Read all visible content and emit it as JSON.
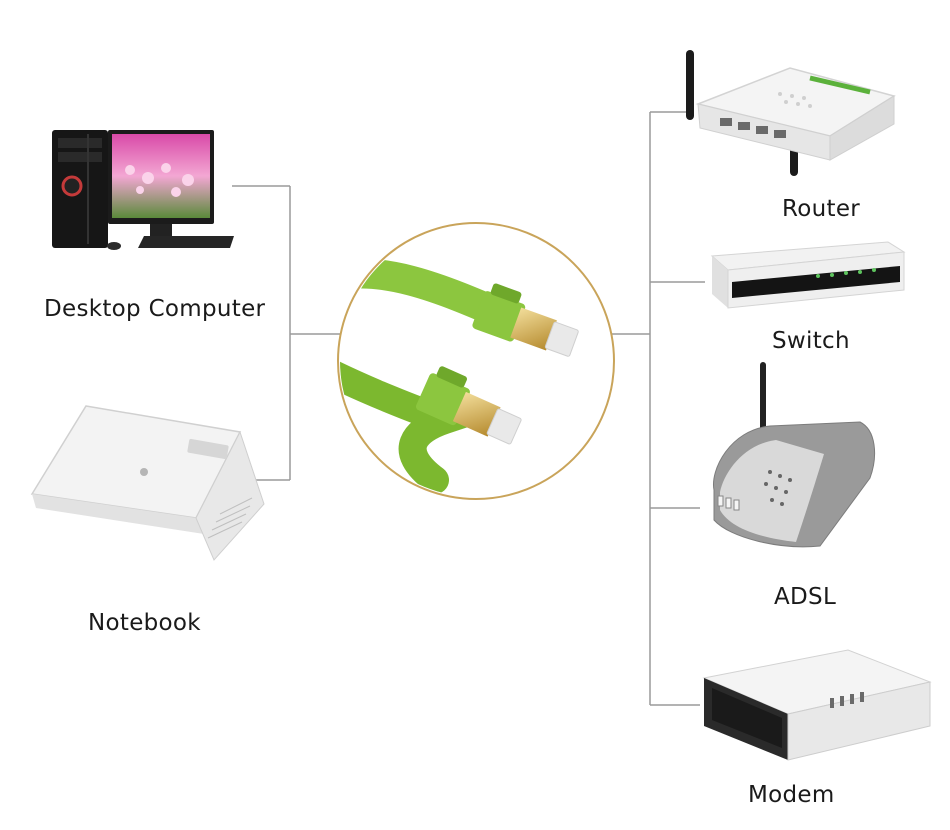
{
  "devices": {
    "desktop": {
      "label": "Desktop Computer",
      "icon": "desktop-computer-icon"
    },
    "notebook": {
      "label": "Notebook",
      "icon": "notebook-laptop-icon"
    },
    "router": {
      "label": "Router",
      "icon": "router-icon"
    },
    "switch": {
      "label": "Switch",
      "icon": "switch-icon"
    },
    "adsl": {
      "label": "ADSL",
      "icon": "adsl-modem-icon"
    },
    "modem": {
      "label": "Modem",
      "icon": "modem-icon"
    }
  },
  "center": {
    "icon": "ethernet-cable-icon",
    "cable_color": "#8cc63f",
    "ring_color": "#c9a45a"
  },
  "connector_color": "#9a9a9a"
}
